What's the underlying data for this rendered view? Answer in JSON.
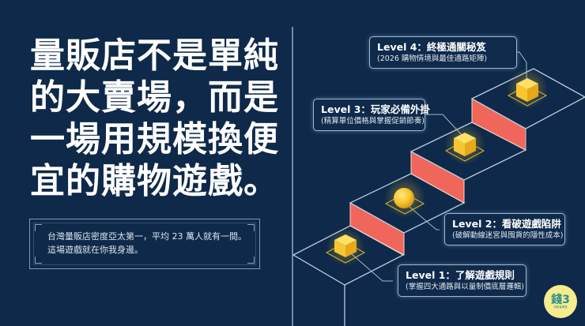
{
  "headline": {
    "lines": [
      "量販店不是單純",
      "的大賣場，而是",
      "一場用規模換便",
      "宜的購物遊戲。"
    ]
  },
  "info_box": {
    "lines": [
      "台灣量販店密度亞太第一，平均 23 萬人就有一間。",
      "這場遊戲就在你我身邊。"
    ]
  },
  "levels": [
    {
      "title": "Level 1：了解遊戲規則",
      "subtitle": "(掌握四大通路與以量制價底層邏輯)",
      "item": "cube"
    },
    {
      "title": "Level 2：看破遊戲陷阱",
      "subtitle": "(破解動線迷宮與囤貨的隱性成本)",
      "item": "sphere"
    },
    {
      "title": "Level 3：玩家必備外掛",
      "subtitle": "(精算單位價格與掌握促銷節奏)",
      "item": "cube"
    },
    {
      "title": "Level 4：終極通關秘笈",
      "subtitle": "(2026 購物情境與最佳通路矩陣)",
      "item": "cube"
    }
  ],
  "logo": {
    "mark": "錢3",
    "caption": "消費者學堂"
  },
  "colors": {
    "background": "#0e2949",
    "riser": "#f0665a",
    "outline": "#b9cde0",
    "gold": "#f7c630"
  }
}
